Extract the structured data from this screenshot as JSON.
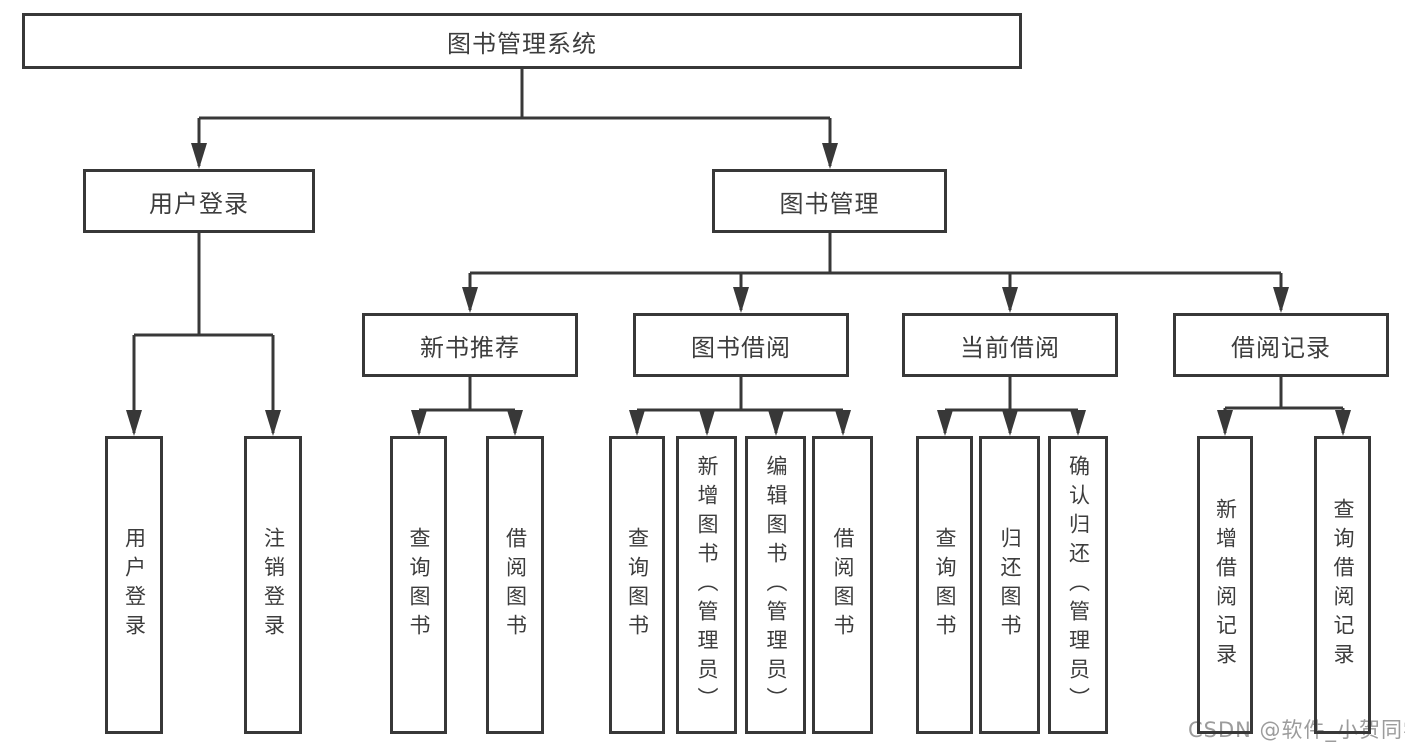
{
  "watermark": "CSDN @软件_小贺同学",
  "colors": {
    "line": "#383838",
    "text": "#3d3d3d",
    "watermark_text": "#9c9c9c",
    "background": "#ffffff"
  },
  "tree": {
    "root": {
      "label": "图书管理系统",
      "children": [
        {
          "label": "用户登录",
          "children": [
            {
              "label": "用户登录"
            },
            {
              "label": "注销登录"
            }
          ]
        },
        {
          "label": "图书管理",
          "children": [
            {
              "label": "新书推荐",
              "children": [
                {
                  "label": "查询图书"
                },
                {
                  "label": "借阅图书"
                }
              ]
            },
            {
              "label": "图书借阅",
              "children": [
                {
                  "label": "查询图书"
                },
                {
                  "label": "新增图书（管理员）"
                },
                {
                  "label": "编辑图书（管理员）"
                },
                {
                  "label": "借阅图书"
                }
              ]
            },
            {
              "label": "当前借阅",
              "children": [
                {
                  "label": "查询图书"
                },
                {
                  "label": "归还图书"
                },
                {
                  "label": "确认归还（管理员）"
                }
              ]
            },
            {
              "label": "借阅记录",
              "children": [
                {
                  "label": "新增借阅记录"
                },
                {
                  "label": "查询借阅记录"
                }
              ]
            }
          ]
        }
      ]
    }
  }
}
